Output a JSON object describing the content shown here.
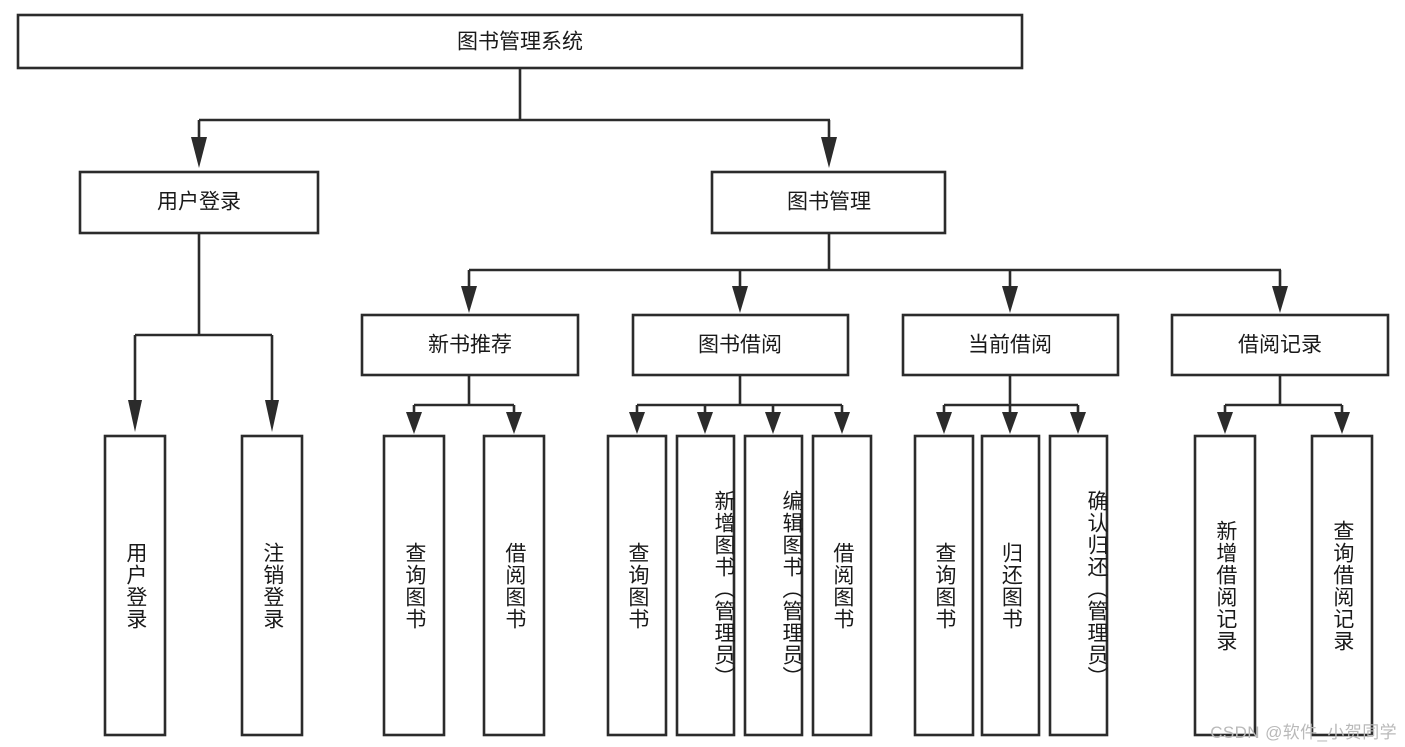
{
  "diagram": {
    "type": "tree-hierarchy",
    "title": "图书管理系统",
    "orientation": "top-down",
    "style": {
      "box_fill": "#ffffff",
      "box_stroke": "#2b2b2b",
      "text_color": "#1a1a1a",
      "background": "#ffffff",
      "watermark_color": "#b9b9b9"
    },
    "root": {
      "label": "图书管理系统"
    },
    "level1": [
      {
        "label": "用户登录"
      },
      {
        "label": "图书管理"
      }
    ],
    "level2": [
      {
        "label": "新书推荐"
      },
      {
        "label": "图书借阅"
      },
      {
        "label": "当前借阅"
      },
      {
        "label": "借阅记录"
      }
    ],
    "leaves": {
      "user_login": [
        {
          "label": "用户登录"
        },
        {
          "label": "注销登录"
        }
      ],
      "new_book_recommend": [
        {
          "label": "查询图书"
        },
        {
          "label": "借阅图书"
        }
      ],
      "book_borrow": [
        {
          "label": "查询图书"
        },
        {
          "label": "新增图书（管理员）"
        },
        {
          "label": "编辑图书（管理员）"
        },
        {
          "label": "借阅图书"
        }
      ],
      "current_borrow": [
        {
          "label": "查询图书"
        },
        {
          "label": "归还图书"
        },
        {
          "label": "确认归还（管理员）"
        }
      ],
      "borrow_record": [
        {
          "label": "新增借阅记录"
        },
        {
          "label": "查询借阅记录"
        }
      ]
    }
  },
  "watermark": {
    "text": "CSDN @软件_小贺同学"
  }
}
